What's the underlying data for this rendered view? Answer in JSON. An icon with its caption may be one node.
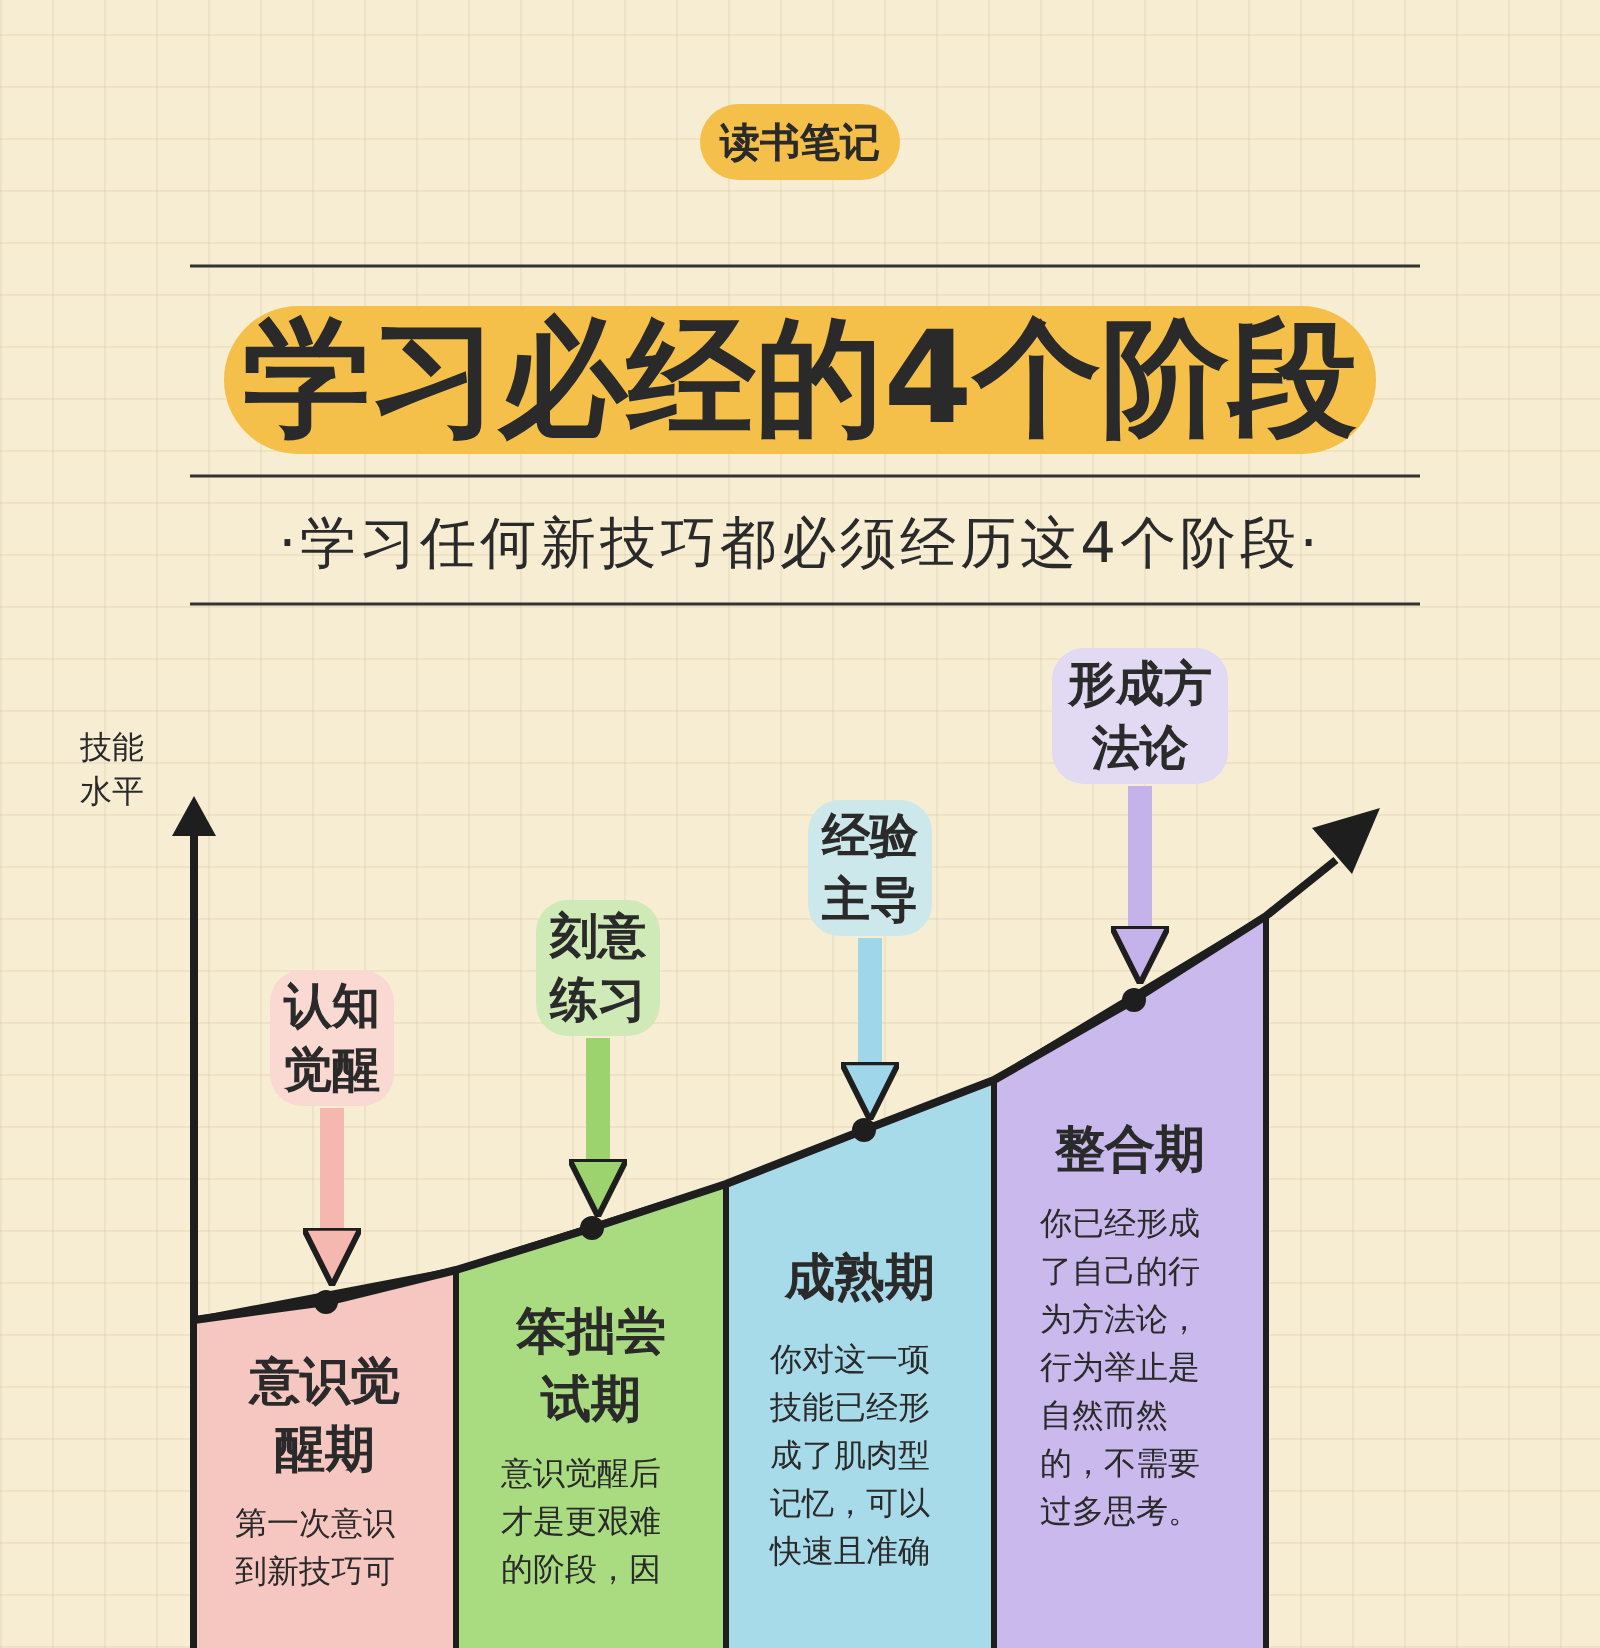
{
  "diagram": {
    "title": "学习必经的4个阶段",
    "nodes": [
      {
        "text": [
          "认知觉醒"
        ]
      },
      {
        "text": [
          "意识觉醒期",
          "第一次意识到新技巧可"
        ]
      },
      {
        "text": [
          "刻意练习"
        ]
      },
      {
        "text": [
          "笨拙尝试期",
          "意识觉醒后才是更艰难的阶段，因"
        ]
      },
      {
        "text": [
          "经验主导"
        ]
      },
      {
        "text": [
          "成熟期",
          "你对这一项技能已经形成了肌肉型记忆，可以快速且准确"
        ]
      },
      {
        "text": [
          "形成方法论"
        ]
      },
      {
        "text": [
          "整合期",
          "你已经形成了自己的行为方法论，行为举止是自然而然的，不需要过多思考。"
        ]
      }
    ],
    "edges": [
      {
        "from": 0,
        "to": 1,
        "arrow": "to",
        "color": "#f4b8b0"
      },
      {
        "from": 2,
        "to": 3,
        "arrow": "to",
        "color": "#9cd36e"
      },
      {
        "from": 4,
        "to": 5,
        "arrow": "to",
        "color": "#9fd6ea"
      },
      {
        "from": 6,
        "to": 7,
        "arrow": "to",
        "color": "#c4b2ea"
      }
    ],
    "labels": [
      "读书笔记",
      "·学习任何新技巧都必须经历这4个阶段·",
      "技能水平"
    ]
  }
}
